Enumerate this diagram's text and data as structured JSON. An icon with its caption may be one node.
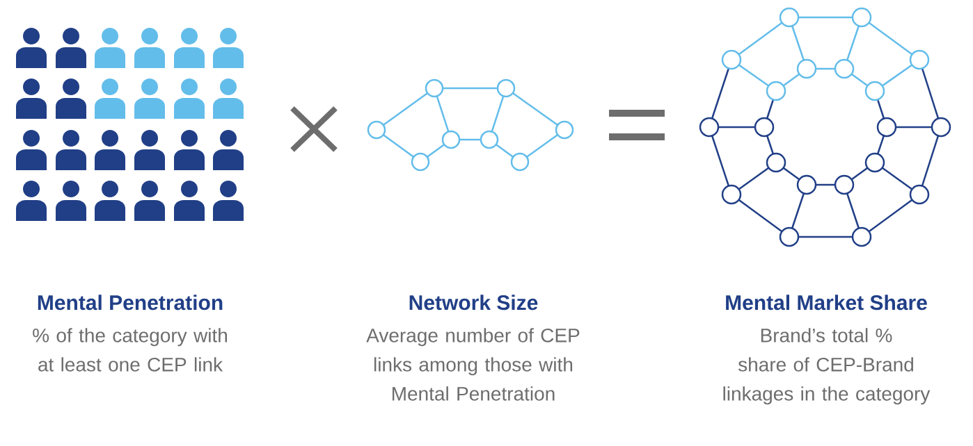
{
  "diagram": {
    "labels": [
      "Mental Penetration",
      "% of the category with at least one CEP link",
      "Network Size",
      "Average number of CEP links among those with Mental Penetration",
      "Mental Market Share",
      "Brand’s total % share of CEP-Brand linkages in the category"
    ]
  }
}
